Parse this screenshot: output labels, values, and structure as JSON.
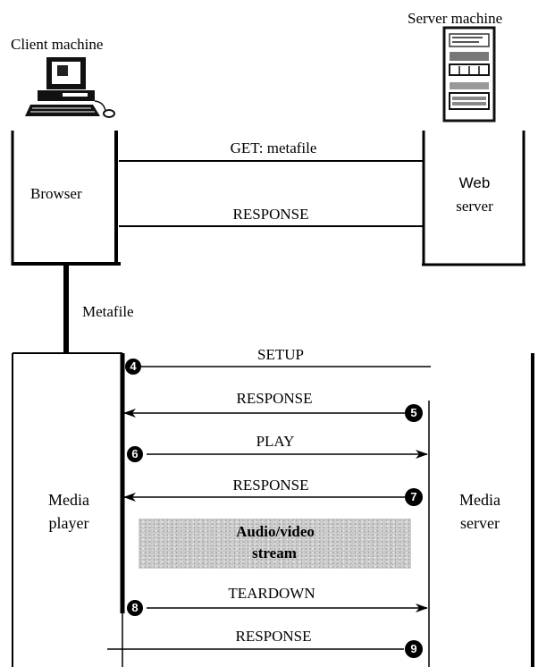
{
  "machines": {
    "client": "Client machine",
    "server": "Server machine"
  },
  "boxes": {
    "browser": "Browser",
    "web_server": [
      "Web",
      "server"
    ],
    "media_player": [
      "Media",
      "player"
    ],
    "media_server": [
      "Media",
      "server"
    ]
  },
  "metafile_label": "Metafile",
  "stream": [
    "Audio/video",
    "stream"
  ],
  "messages": [
    {
      "label": "GET: metafile",
      "step": null
    },
    {
      "label": "RESPONSE",
      "step": null
    },
    {
      "label": "SETUP",
      "step": "4"
    },
    {
      "label": "RESPONSE",
      "step": "5"
    },
    {
      "label": "PLAY",
      "step": "6"
    },
    {
      "label": "RESPONSE",
      "step": "7"
    },
    {
      "label": "TEARDOWN",
      "step": "8"
    },
    {
      "label": "RESPONSE",
      "step": "9"
    }
  ]
}
